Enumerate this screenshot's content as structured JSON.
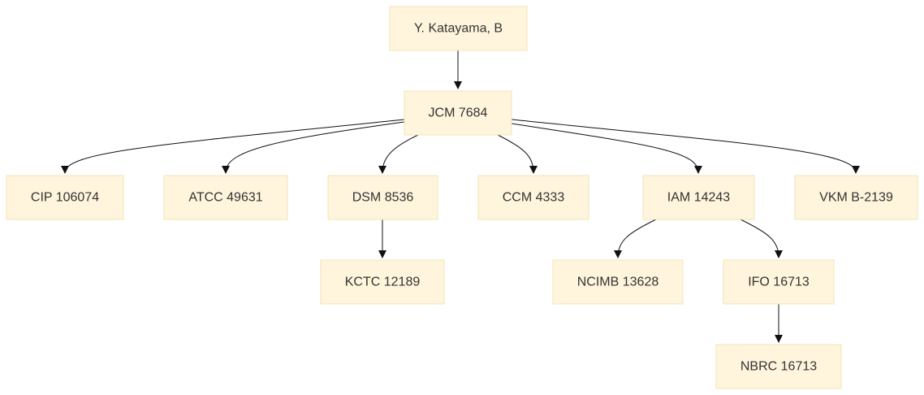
{
  "diagram": {
    "nodes": {
      "root": "Y. Katayama, B",
      "jcm": "JCM 7684",
      "cip": "CIP 106074",
      "atcc": "ATCC 49631",
      "dsm": "DSM 8536",
      "ccm": "CCM 4333",
      "iam": "IAM 14243",
      "vkm": "VKM B-2139",
      "kctc": "KCTC 12189",
      "ncimb": "NCIMB 13628",
      "ifo": "IFO 16713",
      "nbrc": "NBRC 16713"
    },
    "edges": [
      [
        "root",
        "jcm"
      ],
      [
        "jcm",
        "cip"
      ],
      [
        "jcm",
        "atcc"
      ],
      [
        "jcm",
        "dsm"
      ],
      [
        "jcm",
        "ccm"
      ],
      [
        "jcm",
        "iam"
      ],
      [
        "jcm",
        "vkm"
      ],
      [
        "dsm",
        "kctc"
      ],
      [
        "iam",
        "ncimb"
      ],
      [
        "iam",
        "ifo"
      ],
      [
        "ifo",
        "nbrc"
      ]
    ],
    "colors": {
      "node_fill": "#fff5dc",
      "node_border": "#f0e4b8",
      "edge": "#111111",
      "text": "#333333"
    }
  }
}
